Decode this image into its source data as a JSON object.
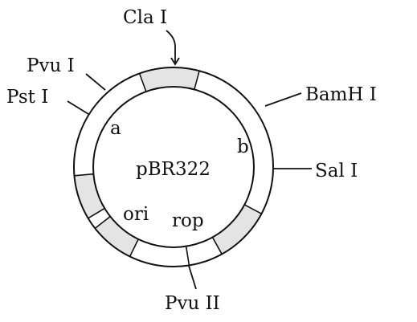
{
  "colors": {
    "ring_stroke": "#111111",
    "shaded_segment": "#e4e4e4",
    "background": "#ffffff"
  },
  "plasmid": {
    "name": "pBR322"
  },
  "restriction_sites": {
    "cla_i": "Cla I",
    "pvu_i": "Pvu I",
    "pst_i": "Pst I",
    "bamh_i": "BamH I",
    "sal_i": "Sal I",
    "pvu_ii": "Pvu II"
  },
  "regions": {
    "a": "a",
    "b": "b",
    "ori": "ori",
    "rop": "rop"
  },
  "shaded_segments": [
    "cla-i-segment",
    "b-segment",
    "ori-segment-left",
    "ori-segment-right"
  ]
}
